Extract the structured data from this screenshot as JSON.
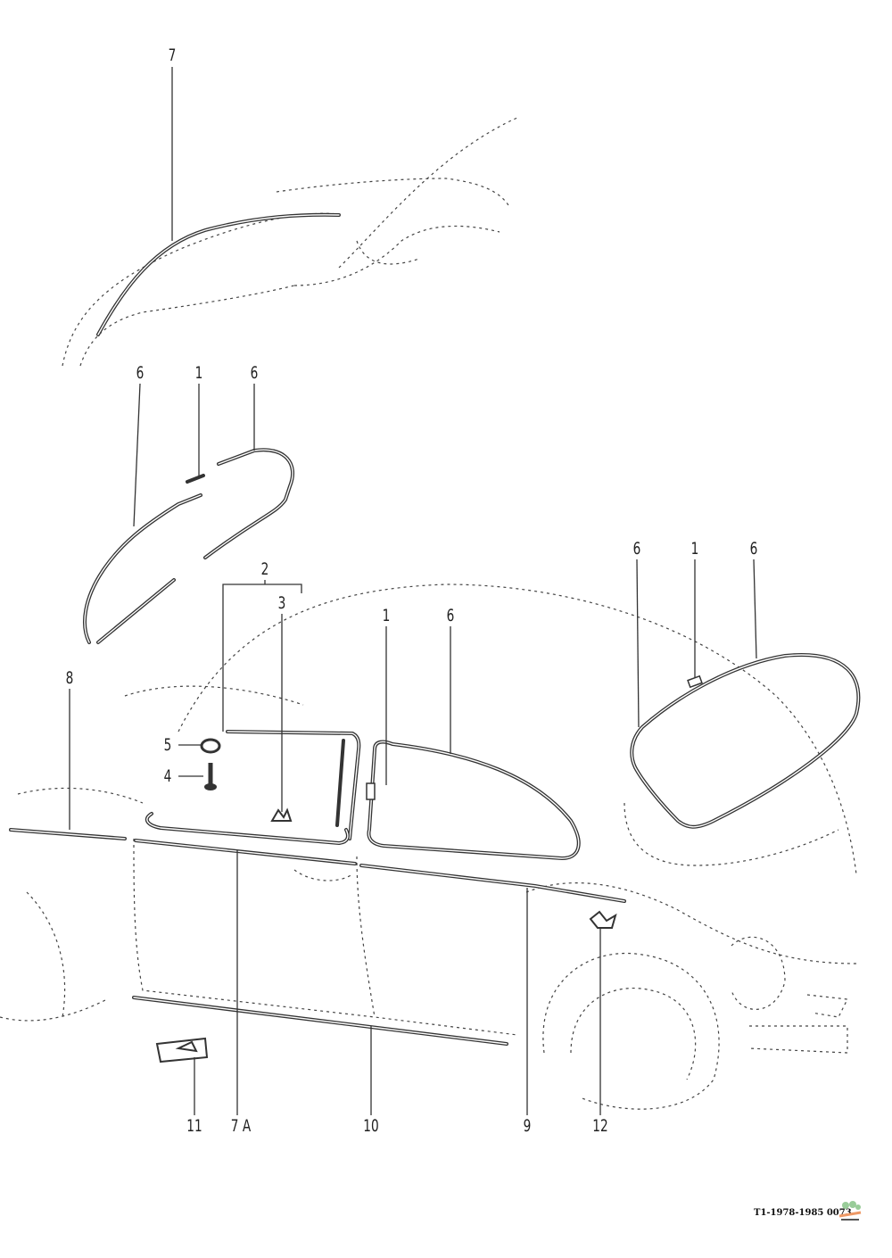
{
  "callouts": {
    "top_7": "7",
    "left_window_6a": "6",
    "left_window_1": "1",
    "left_window_6b": "6",
    "door_frame_2": "2",
    "clip_3": "3",
    "belt_8": "8",
    "quarter_1": "1",
    "quarter_6": "6",
    "rear_6a": "6",
    "rear_1": "1",
    "rear_6b": "6",
    "washer_5": "5",
    "screw_4": "4",
    "bracket_11": "11",
    "strip_7a": "7 A",
    "rocker_10": "10",
    "strip_9": "9",
    "clip_12": "12"
  },
  "caption": "T1-1978-1985 0073"
}
